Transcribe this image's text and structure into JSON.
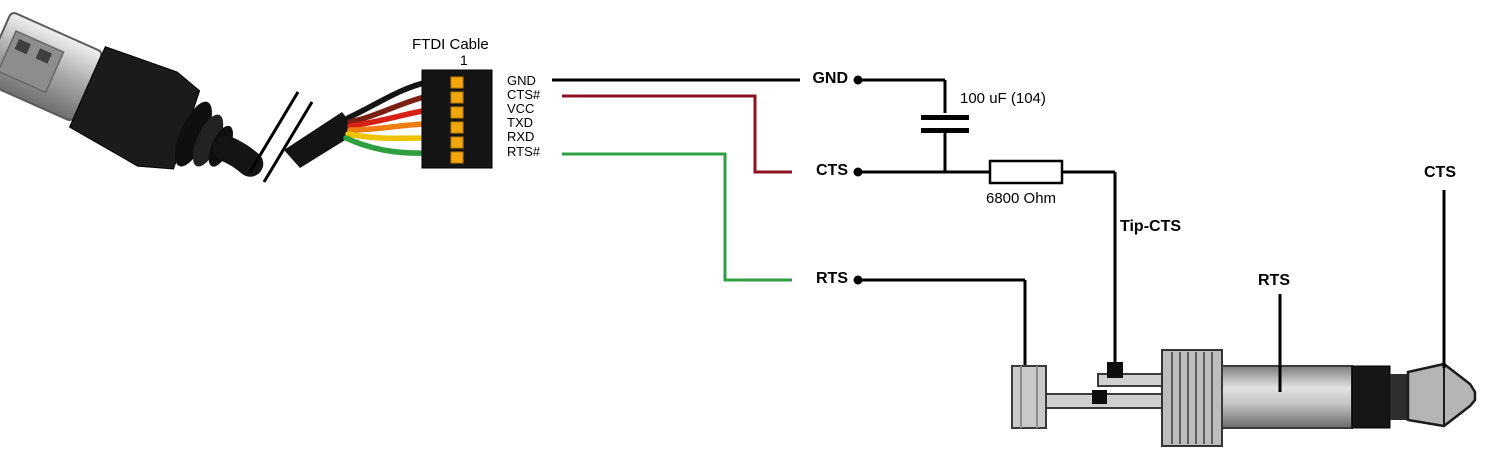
{
  "diagram": {
    "connector": {
      "title": "FTDI Cable",
      "pin1_marker": "1",
      "pins": [
        {
          "label": "GND",
          "wire_color": "#141414"
        },
        {
          "label": "CTS#",
          "wire_color": "#7a2012"
        },
        {
          "label": "VCC",
          "wire_color": "#d62015"
        },
        {
          "label": "TXD",
          "wire_color": "#f07d12"
        },
        {
          "label": "RXD",
          "wire_color": "#eec400"
        },
        {
          "label": "RTS#",
          "wire_color": "#2e9e3e"
        }
      ]
    },
    "nodes": {
      "gnd": "GND",
      "cts": "CTS",
      "rts": "RTS"
    },
    "components": {
      "capacitor_label": "100 uF (104)",
      "resistor_label": "6800 Ohm"
    },
    "jack": {
      "tip_contact_label": "Tip-CTS",
      "body_label": "RTS",
      "tip_point_label": "CTS"
    },
    "colors": {
      "schematic_wire": "#000000",
      "cts_wire": "#8e1120",
      "rts_wire": "#2fa043",
      "pin_gold": "#f2a60a",
      "connector_body": "#141414"
    }
  }
}
